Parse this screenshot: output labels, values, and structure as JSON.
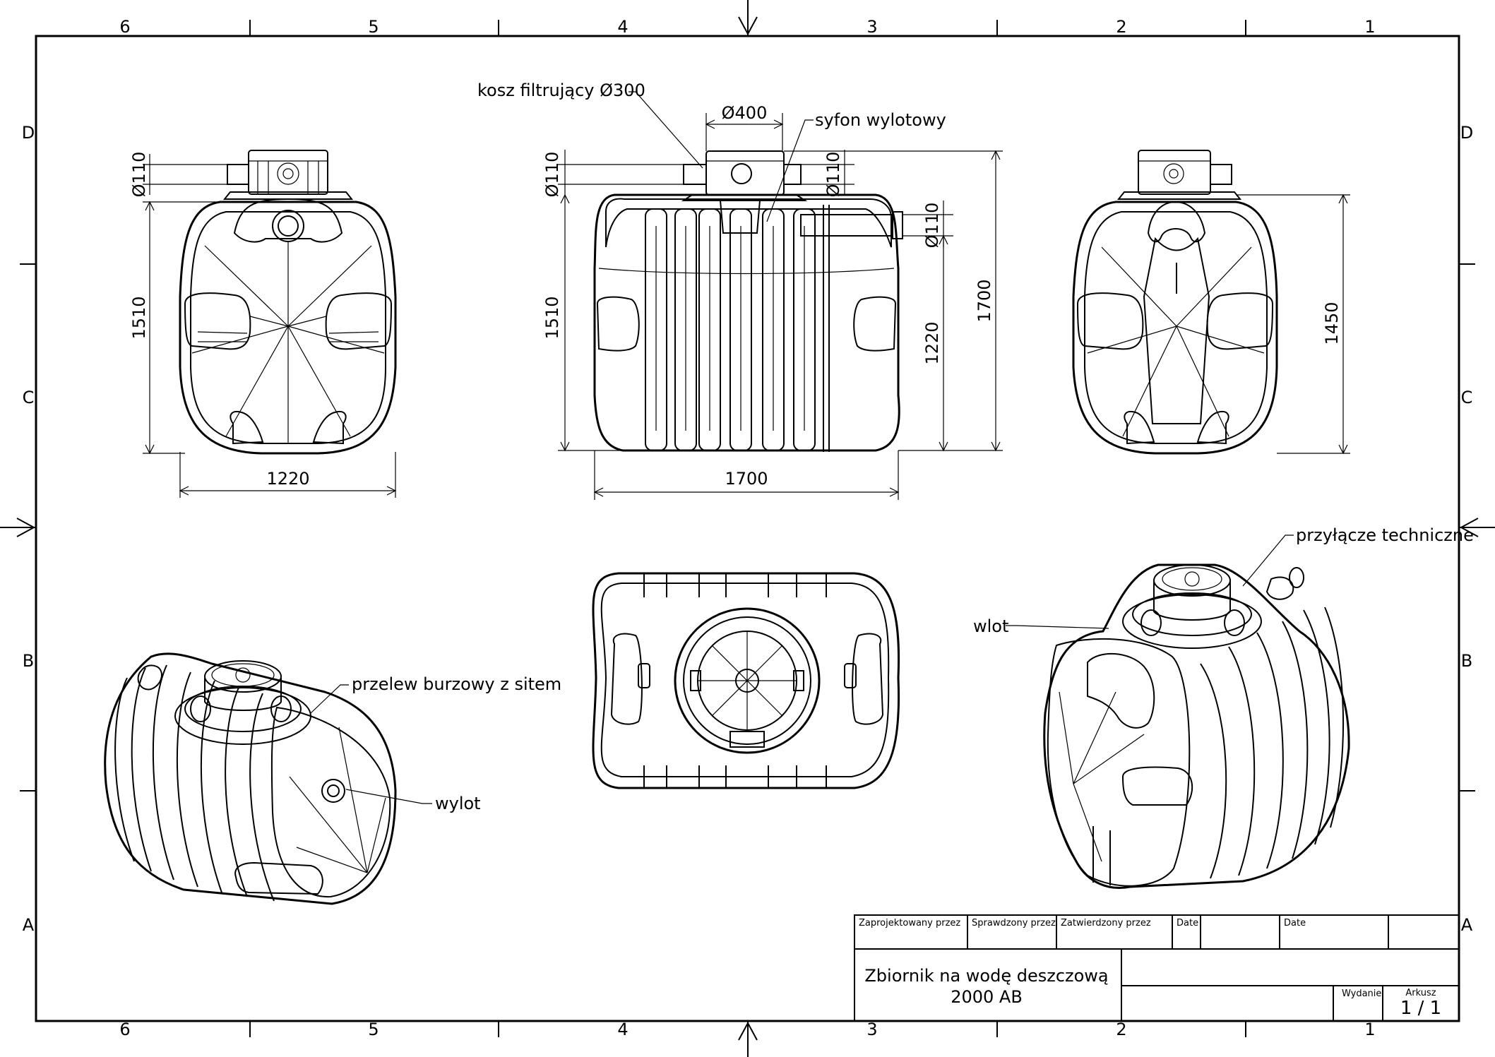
{
  "zones": {
    "columns": [
      "6",
      "5",
      "4",
      "3",
      "2",
      "1"
    ],
    "rows": [
      "D",
      "C",
      "B",
      "A"
    ]
  },
  "dimensions": {
    "front_pipe_dia": "Ø110",
    "front_height": "1510",
    "front_width": "1220",
    "side_pipe_dia_left": "Ø110",
    "side_height_left": "1510",
    "side_top_dia": "Ø400",
    "side_pipe_dia_right": "Ø110",
    "side_outlet_dia": "Ø110",
    "side_outlet_height": "1220",
    "side_total_height": "1700",
    "side_width": "1700",
    "back_height": "1450"
  },
  "labels": {
    "filter_basket": "kosz filtrujący Ø300",
    "outlet_siphon": "syfon wylotowy",
    "tech_connection": "przyłącze techniczne",
    "inlet": "wlot",
    "storm_overflow": "przelew burzowy z sitem",
    "outlet": "wylot"
  },
  "title_block": {
    "designed_by": "Zaprojektowany przez",
    "checked_by": "Sprawdzony przez",
    "approved_by": "Zatwierdzony przez",
    "date_1": "Date",
    "date_2": "Date",
    "title_line_1": "Zbiornik na wodę deszczową",
    "title_line_2": "2000 AB",
    "edition_label": "Wydanie",
    "sheet_label": "Arkusz",
    "sheet_value": "1 / 1"
  }
}
